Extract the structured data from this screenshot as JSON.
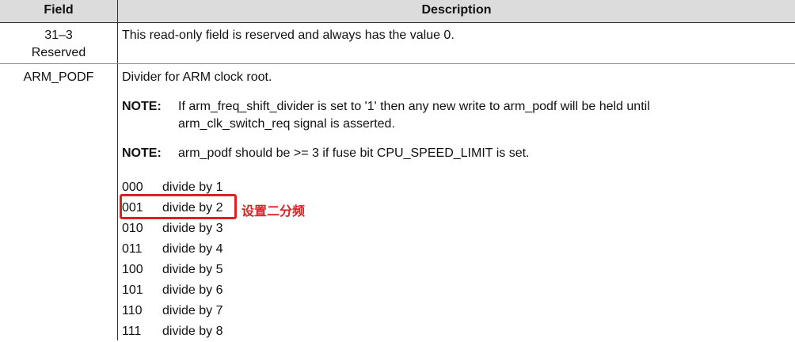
{
  "table": {
    "headers": {
      "field": "Field",
      "description": "Description"
    },
    "rows": [
      {
        "field_lines": [
          "31–3",
          "Reserved"
        ],
        "description": "This read-only field is reserved and always has the value 0."
      },
      {
        "field_lines": [
          "ARM_PODF"
        ],
        "description": "Divider for ARM clock root.",
        "notes": [
          {
            "label": "NOTE:",
            "lines": [
              "If arm_freq_shift_divider is set to '1' then any new write to arm_podf will be held until",
              "arm_clk_switch_req signal is asserted."
            ]
          },
          {
            "label": "NOTE:",
            "lines": [
              "arm_podf should be >= 3 if fuse bit CPU_SPEED_LIMIT is set."
            ]
          }
        ],
        "values": [
          {
            "code": "000",
            "meaning": "divide by 1"
          },
          {
            "code": "001",
            "meaning": "divide by 2"
          },
          {
            "code": "010",
            "meaning": "divide by 3"
          },
          {
            "code": "011",
            "meaning": "divide by 4"
          },
          {
            "code": "100",
            "meaning": "divide by 5"
          },
          {
            "code": "101",
            "meaning": "divide by 6"
          },
          {
            "code": "110",
            "meaning": "divide by 7"
          },
          {
            "code": "111",
            "meaning": "divide by 8"
          }
        ]
      }
    ]
  },
  "annotation": {
    "text": "设置二分频",
    "color": "#e02020"
  }
}
